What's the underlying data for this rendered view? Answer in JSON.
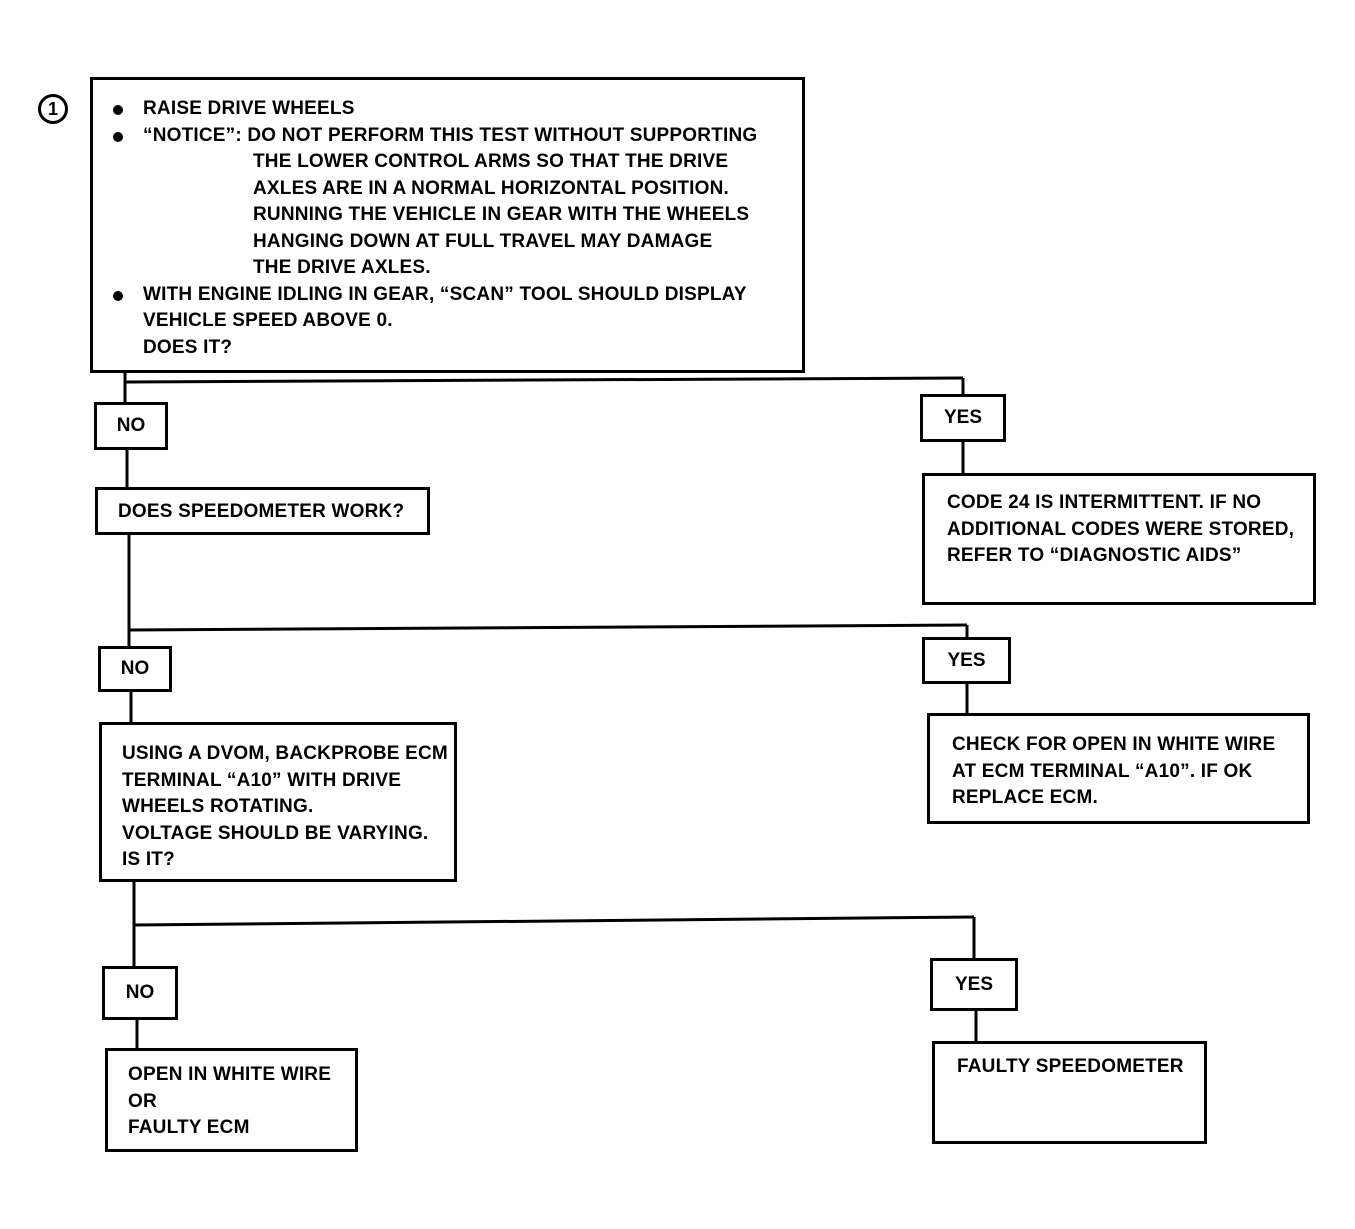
{
  "step_number": "1",
  "start_box": {
    "bullet1": "RAISE DRIVE WHEELS",
    "notice_label": "“NOTICE”:",
    "notice_lines": [
      "DO NOT PERFORM THIS TEST WITHOUT SUPPORTING",
      "THE LOWER CONTROL ARMS SO THAT THE DRIVE",
      "AXLES ARE IN A NORMAL HORIZONTAL POSITION.",
      "RUNNING THE VEHICLE IN GEAR WITH THE WHEELS",
      "HANGING DOWN AT FULL TRAVEL MAY DAMAGE",
      "THE DRIVE AXLES."
    ],
    "bullet3_lines": [
      "WITH ENGINE IDLING IN GEAR, “SCAN” TOOL SHOULD DISPLAY",
      "VEHICLE SPEED ABOVE 0.",
      "DOES IT?"
    ]
  },
  "branch1": {
    "no_label": "NO",
    "yes_label": "YES",
    "no_result": "DOES SPEEDOMETER WORK?",
    "yes_result_lines": [
      "CODE 24 IS INTERMITTENT. IF NO",
      "ADDITIONAL CODES WERE STORED,",
      "REFER TO “DIAGNOSTIC AIDS”"
    ]
  },
  "branch2": {
    "no_label": "NO",
    "yes_label": "YES",
    "no_result_lines": [
      "USING A DVOM, BACKPROBE ECM",
      "TERMINAL “A10” WITH DRIVE",
      "WHEELS ROTATING.",
      "VOLTAGE SHOULD BE VARYING.",
      "IS IT?"
    ],
    "yes_result_lines": [
      "CHECK FOR OPEN IN WHITE WIRE",
      "AT ECM TERMINAL “A10”. IF OK",
      "REPLACE ECM."
    ]
  },
  "branch3": {
    "no_label": "NO",
    "yes_label": "YES",
    "no_result_lines": [
      "OPEN IN WHITE WIRE",
      "OR",
      "FAULTY ECM"
    ],
    "yes_result": "FAULTY SPEEDOMETER"
  }
}
